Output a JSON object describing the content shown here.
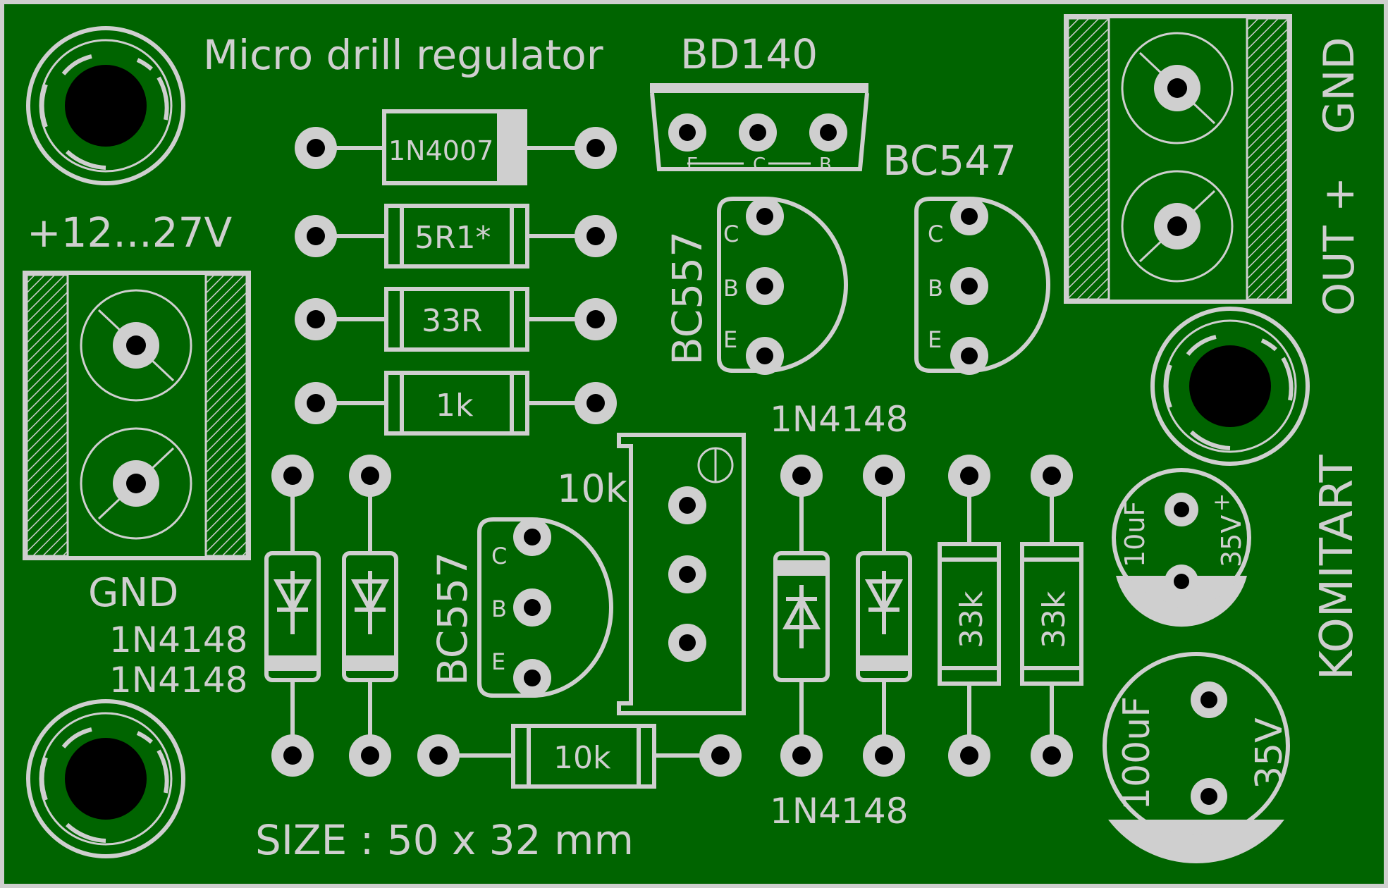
{
  "title": "Micro drill regulator",
  "size_label": "SIZE : 50 x 32 mm",
  "brand": "KOMITART",
  "board_color": "#006400",
  "silk_color": "#cfcfcf",
  "hole_color": "#000000",
  "labels": {
    "input_voltage": "+12...27V",
    "input_gnd": "GND",
    "out_label": "OUT +",
    "out_gnd": "GND",
    "bd140": "BD140",
    "bd140_pins": [
      "E",
      "C",
      "B"
    ],
    "bc547": "BC547",
    "bc557_top": "BC557",
    "bc557_bottom": "BC557",
    "transistor_pins": [
      "C",
      "B",
      "E"
    ],
    "d_1n4007": "1N4007",
    "r_5r1": "5R1*",
    "r_33r": "33R",
    "r_1k": "1k",
    "r_10k_bottom": "10k",
    "pot_10k": "10k",
    "d_1n4148_left_a": "1N4148",
    "d_1n4148_left_b": "1N4148",
    "d_1n4148_top": "1N4148",
    "d_1n4148_bottom": "1N4148",
    "r_33k_a": "33k",
    "r_33k_b": "33k",
    "c_small_value": "10uF",
    "c_small_voltage": "35V",
    "c_small_plus": "+",
    "c_big_value": "100uF",
    "c_big_voltage": "35V"
  }
}
